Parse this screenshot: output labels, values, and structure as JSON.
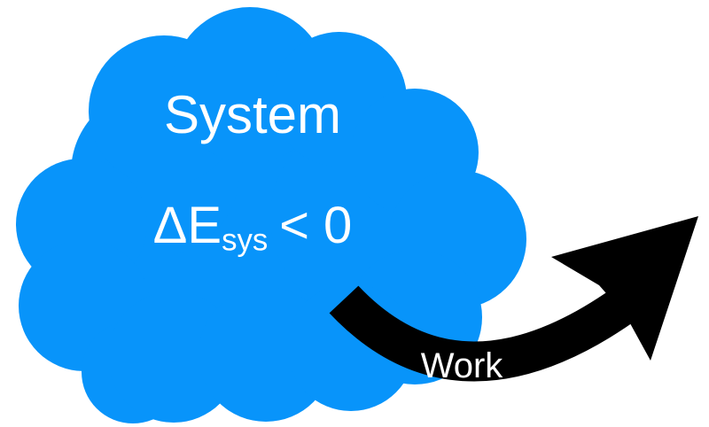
{
  "cloud": {
    "title": "System",
    "equation": {
      "base": "ΔE",
      "sub": "sys",
      "rest": "< 0"
    }
  },
  "arrow": {
    "label": "Work"
  },
  "colors": {
    "cloud": "#0894fa",
    "arrow": "#000000",
    "label_text": "#ffffff",
    "background": "#ffffff"
  }
}
